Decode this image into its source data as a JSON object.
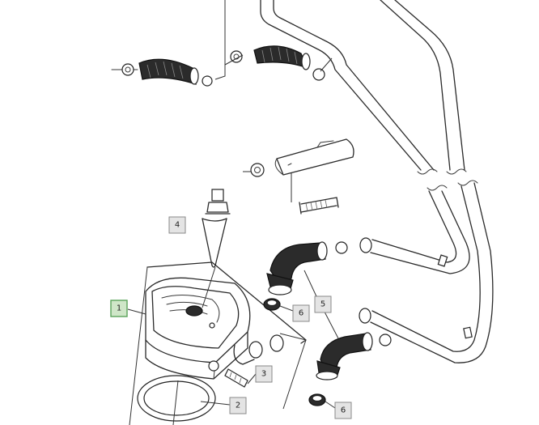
{
  "callouts": [
    {
      "id": "1",
      "label": "1",
      "selected": true
    },
    {
      "id": "2",
      "label": "2",
      "selected": false
    },
    {
      "id": "3",
      "label": "3",
      "selected": false
    },
    {
      "id": "4",
      "label": "4",
      "selected": false
    },
    {
      "id": "5",
      "label": "5",
      "selected": false
    },
    {
      "id": "6a",
      "label": "6",
      "selected": false
    },
    {
      "id": "6b",
      "label": "6",
      "selected": false
    }
  ],
  "colors": {
    "line": "#2a2a2a",
    "tag_fill": "#e4e4e4",
    "tag_border": "#8a8a8a",
    "selected_fill": "#cfe6c8",
    "selected_border": "#5aa35a"
  }
}
